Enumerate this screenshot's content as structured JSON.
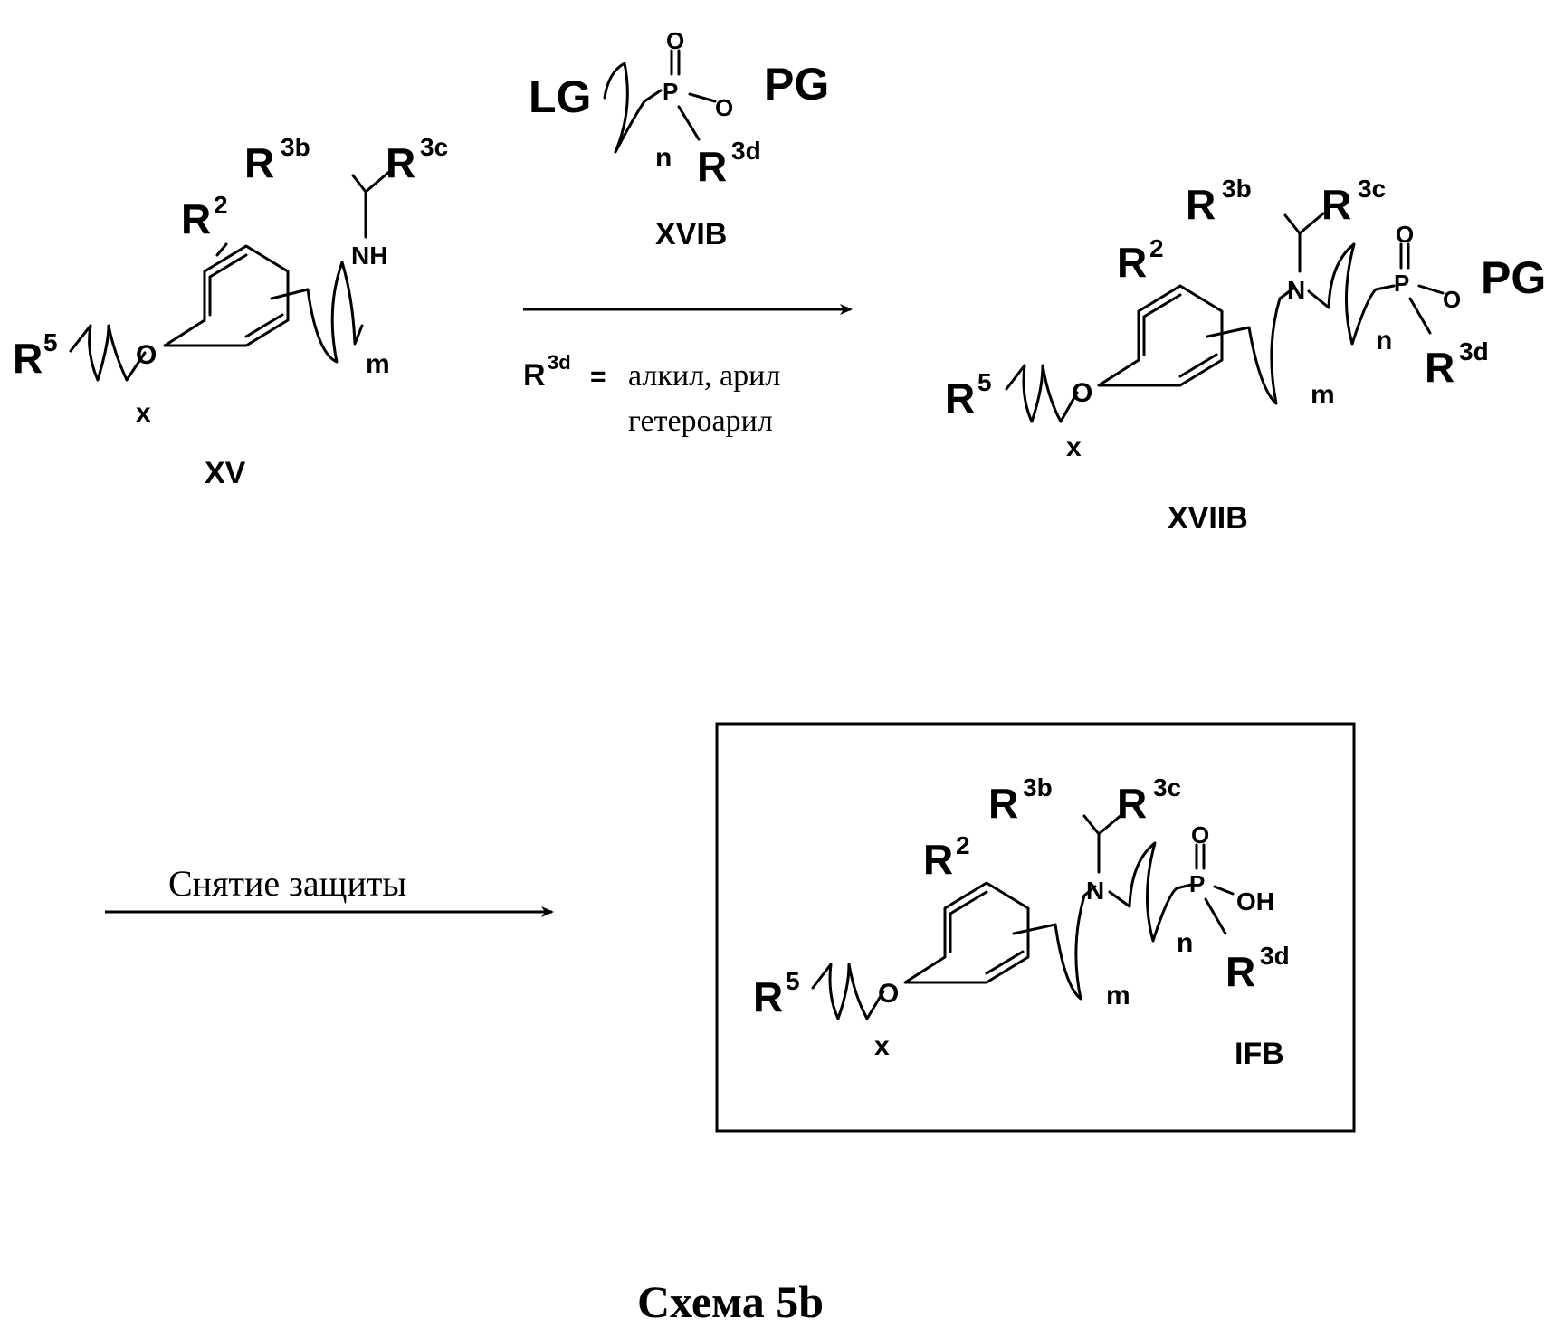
{
  "scheme": {
    "caption": "Схема 5b",
    "compounds": {
      "xv": {
        "name": "XV"
      },
      "xvib": {
        "name": "XVIB"
      },
      "xviib": {
        "name": "XVIIB"
      },
      "ifb": {
        "name": "IFB"
      }
    },
    "atoms": {
      "r5": "R",
      "r5_sup": "5",
      "r2": "R",
      "r2_sup": "2",
      "r3b": "R",
      "r3b_sup": "3b",
      "r3c": "R",
      "r3c_sup": "3c",
      "r3d": "R",
      "r3d_sup": "3d",
      "o": "O",
      "nh": "NH",
      "n": "N",
      "p": "P",
      "oh": "OH",
      "lg": "LG",
      "pg": "PG",
      "idx_x": "x",
      "idx_m": "m",
      "idx_n": "n"
    },
    "step1": {
      "condition_label": "R",
      "condition_sup": "3d",
      "condition_eq": "=",
      "condition_line1": "алкил, арил",
      "condition_line2": "гетероарил"
    },
    "step2": {
      "label": "Снятие защиты"
    }
  }
}
